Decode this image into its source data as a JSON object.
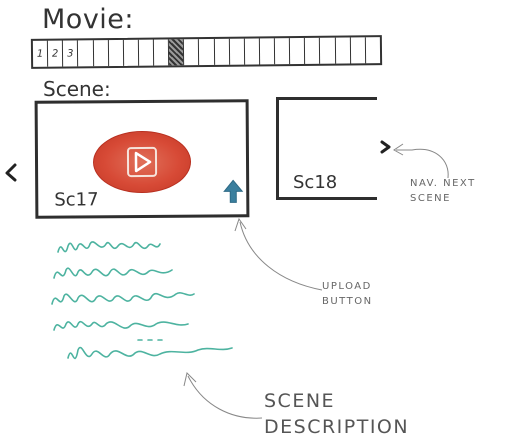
{
  "movie": {
    "title": "Movie:",
    "timeline": {
      "cells": [
        "1",
        "2",
        "3",
        "",
        "",
        "",
        "",
        "",
        "",
        "",
        "",
        "",
        "",
        "",
        "",
        "",
        "",
        "",
        "",
        "",
        "",
        "",
        ""
      ],
      "active_index": 9
    }
  },
  "scenes": {
    "heading": "Scene:",
    "current": {
      "label": "Sc17"
    },
    "next": {
      "label": "Sc18"
    }
  },
  "icons": {
    "play": "play-icon",
    "upload": "upload-arrow-icon",
    "prev": "chevron-left-icon",
    "next": "chevron-right-icon"
  },
  "annotations": {
    "nav_next": "NAV. NEXT SCENE",
    "upload": "UPLOAD BUTTON",
    "scene_description": "SCENE DESCRIPTION"
  },
  "colors": {
    "play_fill": "#d74a36",
    "upload_icon": "#3a7f9e",
    "description_ink": "#4db3a0",
    "sketch_ink": "#2e2e2e"
  }
}
